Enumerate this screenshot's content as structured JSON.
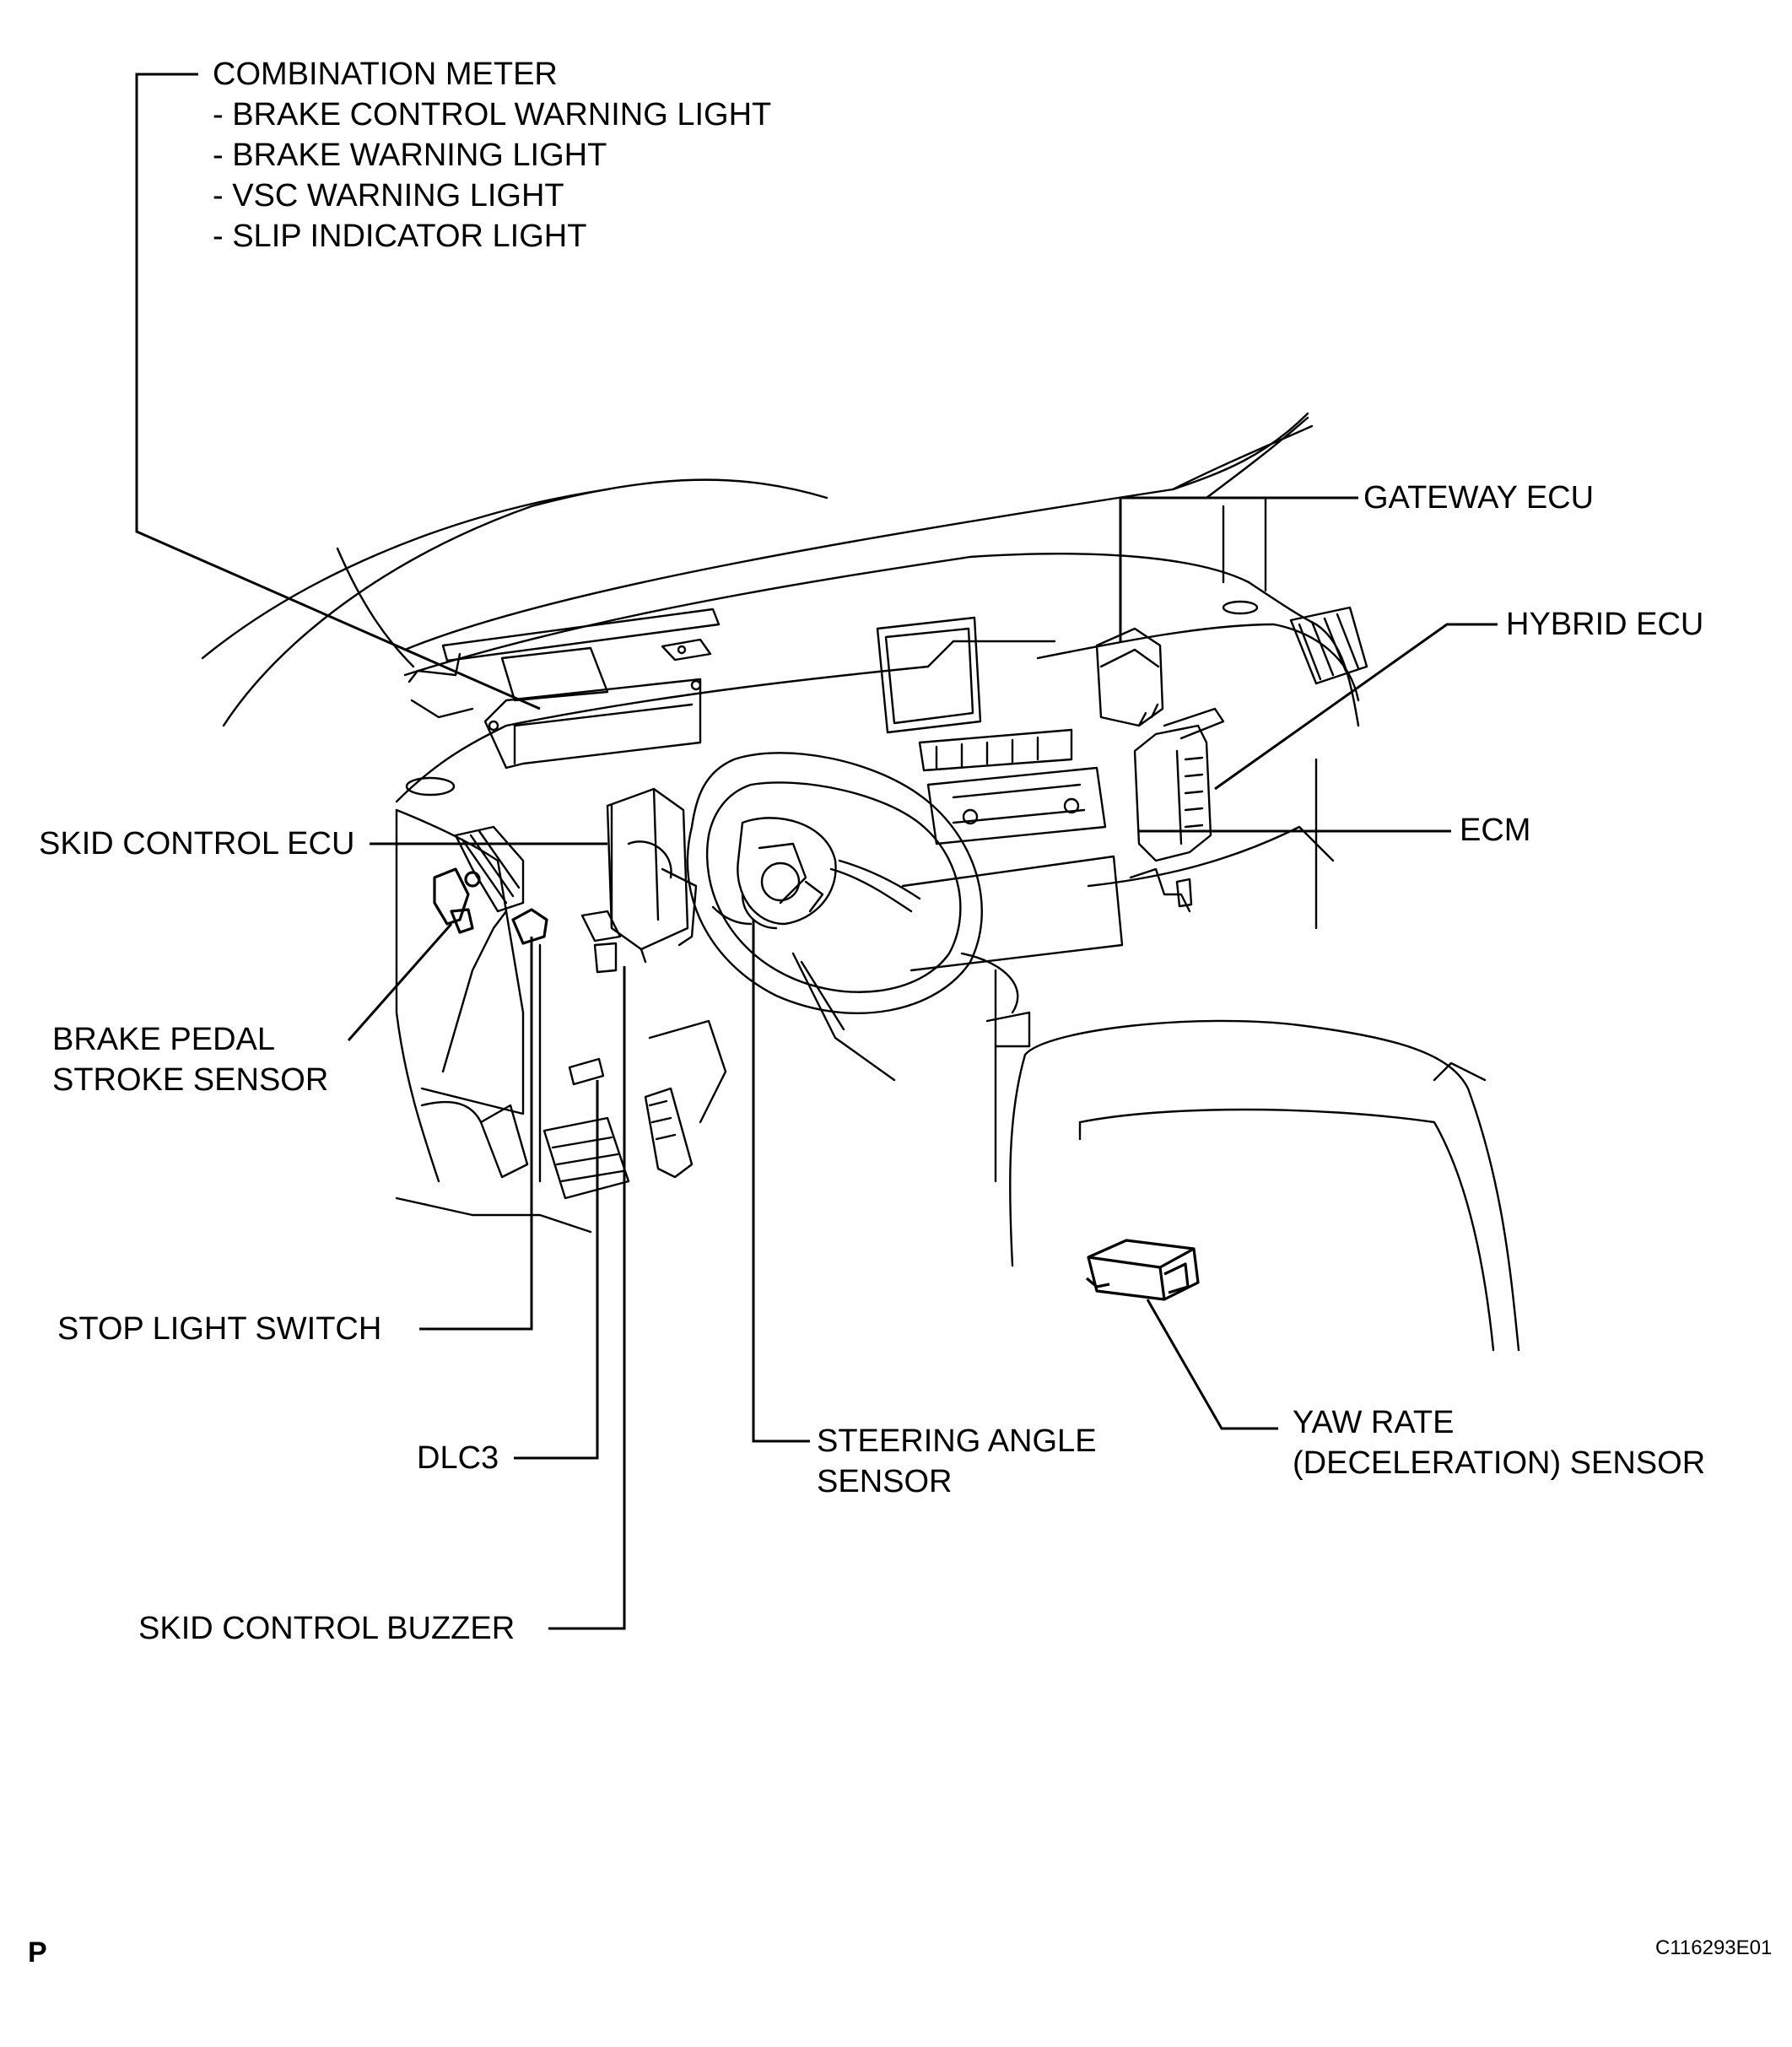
{
  "labels": {
    "combination_meter": "COMBINATION METER",
    "combination_meter_items": [
      "- BRAKE CONTROL WARNING LIGHT",
      "- BRAKE WARNING LIGHT",
      "- VSC WARNING LIGHT",
      "- SLIP INDICATOR LIGHT"
    ],
    "gateway_ecu": "GATEWAY ECU",
    "hybrid_ecu": "HYBRID ECU",
    "ecm": "ECM",
    "skid_control_ecu": "SKID CONTROL ECU",
    "brake_pedal_stroke_sensor": [
      "BRAKE PEDAL",
      "STROKE SENSOR"
    ],
    "stop_light_switch": "STOP LIGHT SWITCH",
    "dlc3": "DLC3",
    "steering_angle_sensor": [
      "STEERING ANGLE",
      "SENSOR"
    ],
    "yaw_rate_sensor": [
      "YAW RATE",
      "(DECELERATION) SENSOR"
    ],
    "skid_control_buzzer": "SKID CONTROL BUZZER"
  },
  "footer": {
    "section_letter": "P",
    "figure_code": "C116293E01"
  }
}
